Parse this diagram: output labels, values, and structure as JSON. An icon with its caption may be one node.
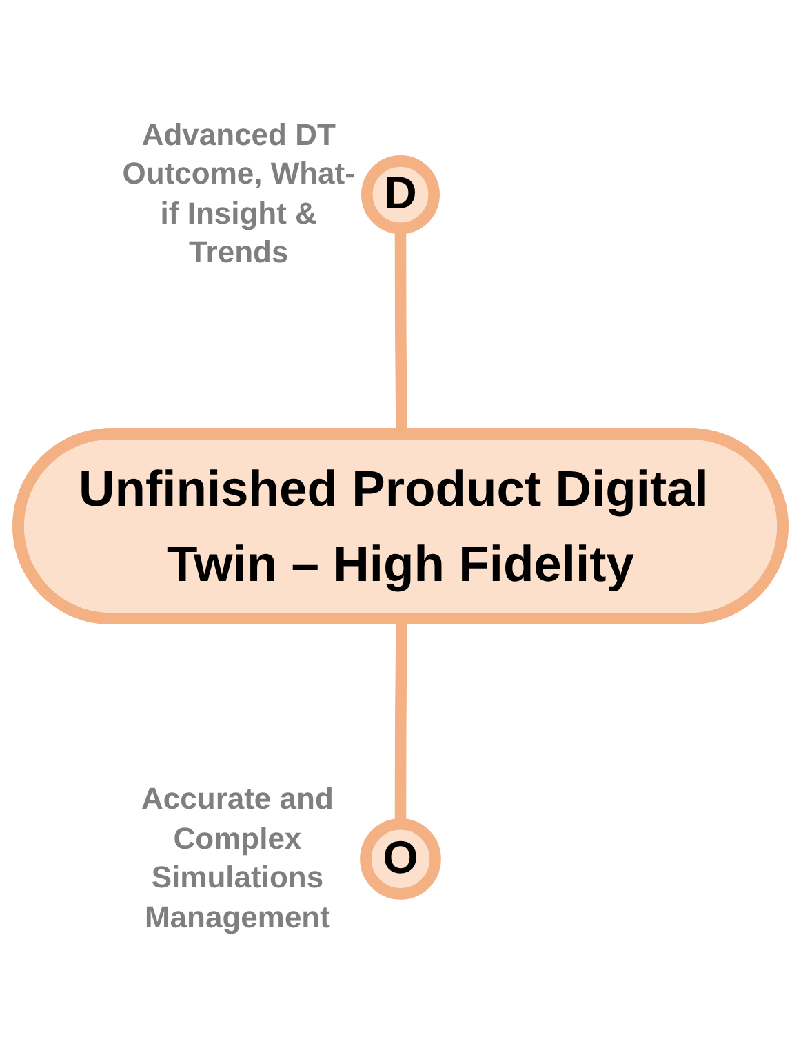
{
  "diagram": {
    "nodes": [
      {
        "text": [
          "D"
        ],
        "beside": [
          "Advanced DT Outcome, What-if Insight & Trends"
        ]
      },
      {
        "text": [
          "Unfinished Product Digital Twin – High Fidelity"
        ]
      },
      {
        "text": [
          "O"
        ],
        "beside": [
          "Accurate and Complex Simulations Management"
        ]
      }
    ],
    "edges": [
      {
        "from": 1,
        "to": 0,
        "arrow": "none"
      },
      {
        "from": 1,
        "to": 2,
        "arrow": "none"
      }
    ]
  }
}
